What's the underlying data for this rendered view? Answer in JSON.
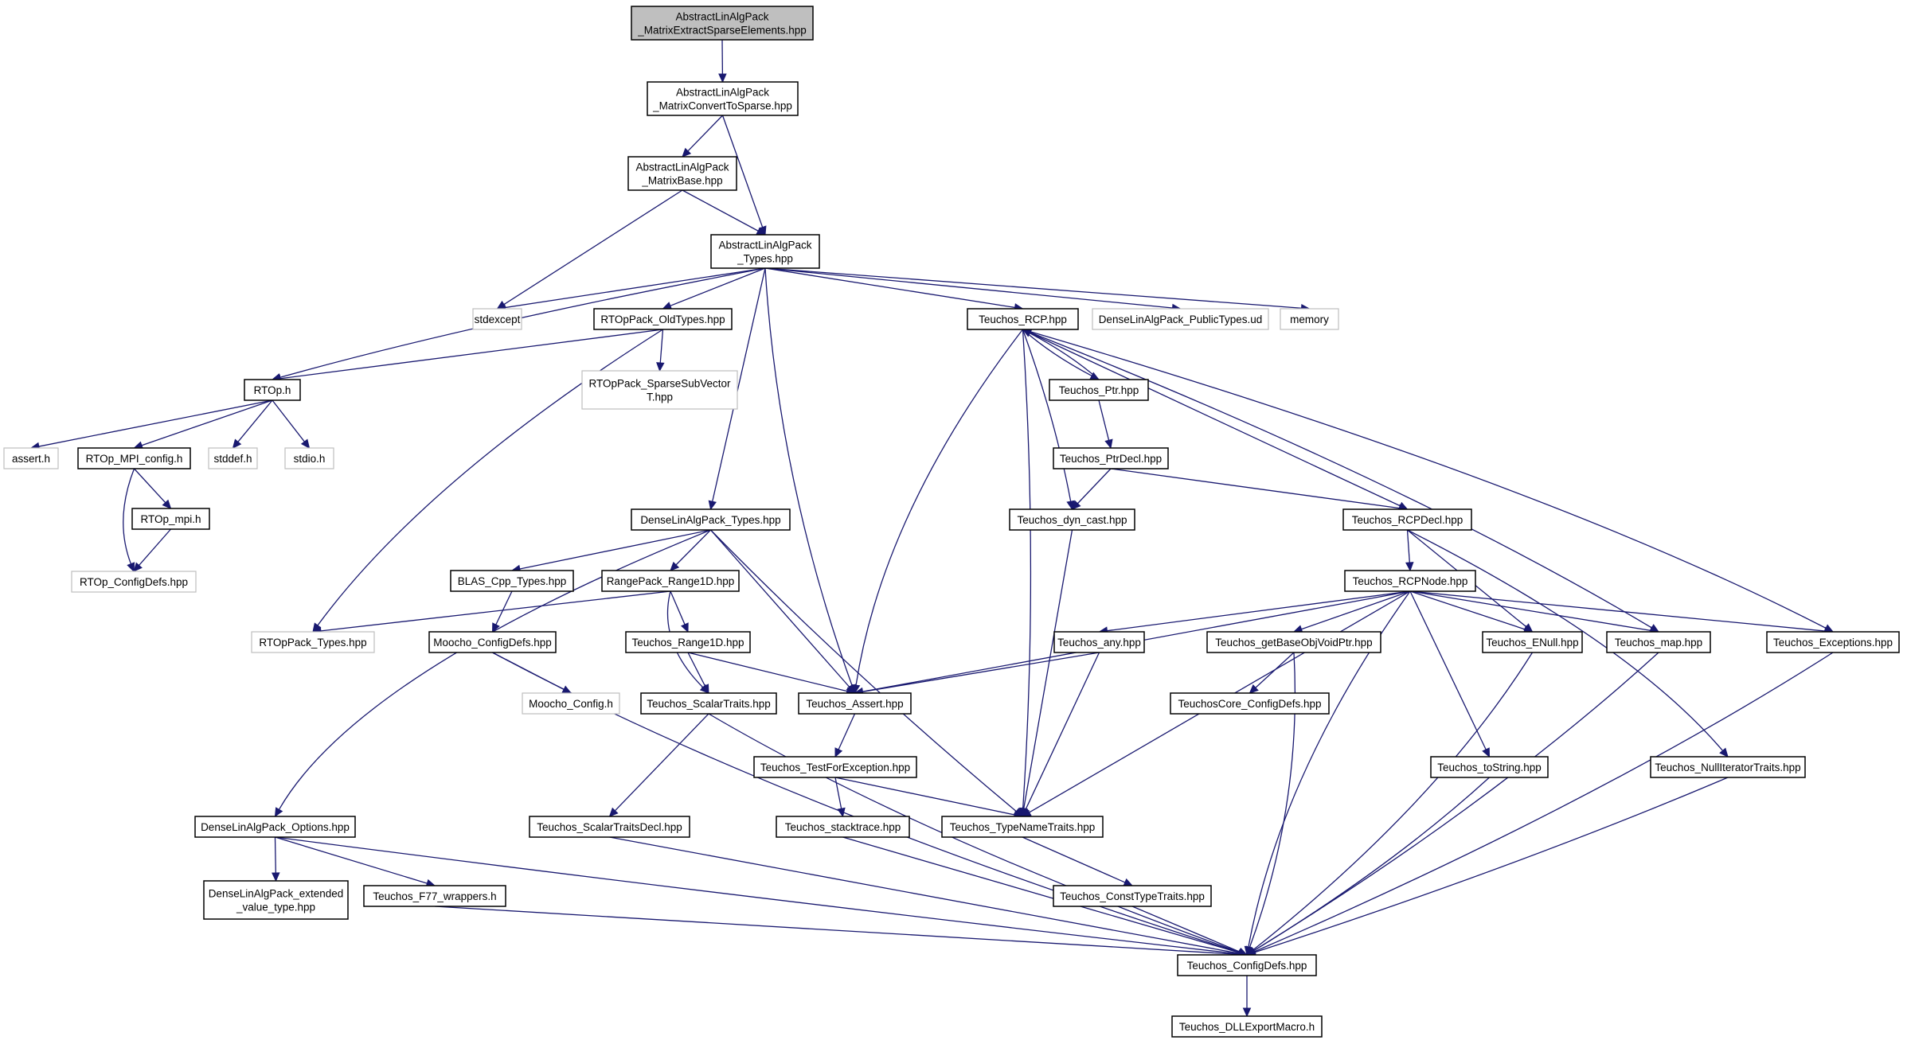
{
  "diagram": {
    "colors": {
      "edge": "#191970",
      "root_fill": "#bfbfbf",
      "external_border": "#bfbfbf",
      "node_border": "#000000"
    },
    "nodes": [
      {
        "id": "root",
        "label": [
          "AbstractLinAlgPack",
          "_MatrixExtractSparseElements.hpp"
        ],
        "style": "root"
      },
      {
        "id": "conv",
        "label": [
          "AbstractLinAlgPack",
          "_MatrixConvertToSparse.hpp"
        ],
        "style": "normal"
      },
      {
        "id": "mbase",
        "label": [
          "AbstractLinAlgPack",
          "_MatrixBase.hpp"
        ],
        "style": "normal"
      },
      {
        "id": "types",
        "label": [
          "AbstractLinAlgPack",
          "_Types.hpp"
        ],
        "style": "normal"
      },
      {
        "id": "stdexcept",
        "label": [
          "stdexcept"
        ],
        "style": "external"
      },
      {
        "id": "rtopold",
        "label": [
          "RTOpPack_OldTypes.hpp"
        ],
        "style": "normal"
      },
      {
        "id": "rcp",
        "label": [
          "Teuchos_RCP.hpp"
        ],
        "style": "normal"
      },
      {
        "id": "dlapub",
        "label": [
          "DenseLinAlgPack_PublicTypes.ud"
        ],
        "style": "external"
      },
      {
        "id": "memory",
        "label": [
          "memory"
        ],
        "style": "external"
      },
      {
        "id": "rtoph",
        "label": [
          "RTOp.h"
        ],
        "style": "normal"
      },
      {
        "id": "rtopsparse",
        "label": [
          "RTOpPack_SparseSubVector",
          "T.hpp"
        ],
        "style": "external"
      },
      {
        "id": "ptr",
        "label": [
          "Teuchos_Ptr.hpp"
        ],
        "style": "normal"
      },
      {
        "id": "asserth",
        "label": [
          "assert.h"
        ],
        "style": "external"
      },
      {
        "id": "mpiconfig",
        "label": [
          "RTOp_MPI_config.h"
        ],
        "style": "normal"
      },
      {
        "id": "stddef",
        "label": [
          "stddef.h"
        ],
        "style": "external"
      },
      {
        "id": "stdio",
        "label": [
          "stdio.h"
        ],
        "style": "external"
      },
      {
        "id": "ptrdecl",
        "label": [
          "Teuchos_PtrDecl.hpp"
        ],
        "style": "normal"
      },
      {
        "id": "rtopmpi",
        "label": [
          "RTOp_mpi.h"
        ],
        "style": "normal"
      },
      {
        "id": "dlatypes",
        "label": [
          "DenseLinAlgPack_Types.hpp"
        ],
        "style": "normal"
      },
      {
        "id": "dyncast",
        "label": [
          "Teuchos_dyn_cast.hpp"
        ],
        "style": "normal"
      },
      {
        "id": "rcpdecl",
        "label": [
          "Teuchos_RCPDecl.hpp"
        ],
        "style": "normal"
      },
      {
        "id": "rtopconfig",
        "label": [
          "RTOp_ConfigDefs.hpp"
        ],
        "style": "external"
      },
      {
        "id": "blas",
        "label": [
          "BLAS_Cpp_Types.hpp"
        ],
        "style": "normal"
      },
      {
        "id": "range1d",
        "label": [
          "RangePack_Range1D.hpp"
        ],
        "style": "normal"
      },
      {
        "id": "rcpnode",
        "label": [
          "Teuchos_RCPNode.hpp"
        ],
        "style": "normal"
      },
      {
        "id": "rtoptypes",
        "label": [
          "RTOpPack_Types.hpp"
        ],
        "style": "external"
      },
      {
        "id": "moochoconf",
        "label": [
          "Moocho_ConfigDefs.hpp"
        ],
        "style": "normal"
      },
      {
        "id": "trange1d",
        "label": [
          "Teuchos_Range1D.hpp"
        ],
        "style": "normal"
      },
      {
        "id": "any",
        "label": [
          "Teuchos_any.hpp"
        ],
        "style": "normal"
      },
      {
        "id": "getbase",
        "label": [
          "Teuchos_getBaseObjVoidPtr.hpp"
        ],
        "style": "normal"
      },
      {
        "id": "enull",
        "label": [
          "Teuchos_ENull.hpp"
        ],
        "style": "normal"
      },
      {
        "id": "map",
        "label": [
          "Teuchos_map.hpp"
        ],
        "style": "normal"
      },
      {
        "id": "exceptions",
        "label": [
          "Teuchos_Exceptions.hpp"
        ],
        "style": "normal"
      },
      {
        "id": "moochocfg",
        "label": [
          "Moocho_Config.h"
        ],
        "style": "external"
      },
      {
        "id": "scalar",
        "label": [
          "Teuchos_ScalarTraits.hpp"
        ],
        "style": "normal"
      },
      {
        "id": "assert",
        "label": [
          "Teuchos_Assert.hpp"
        ],
        "style": "normal"
      },
      {
        "id": "coreconf",
        "label": [
          "TeuchosCore_ConfigDefs.hpp"
        ],
        "style": "normal"
      },
      {
        "id": "testexc",
        "label": [
          "Teuchos_TestForException.hpp"
        ],
        "style": "normal"
      },
      {
        "id": "tostring",
        "label": [
          "Teuchos_toString.hpp"
        ],
        "style": "normal"
      },
      {
        "id": "nulliter",
        "label": [
          "Teuchos_NullIteratorTraits.hpp"
        ],
        "style": "normal"
      },
      {
        "id": "dlaopts",
        "label": [
          "DenseLinAlgPack_Options.hpp"
        ],
        "style": "normal"
      },
      {
        "id": "scalardecl",
        "label": [
          "Teuchos_ScalarTraitsDecl.hpp"
        ],
        "style": "normal"
      },
      {
        "id": "stacktrace",
        "label": [
          "Teuchos_stacktrace.hpp"
        ],
        "style": "normal"
      },
      {
        "id": "typename",
        "label": [
          "Teuchos_TypeNameTraits.hpp"
        ],
        "style": "normal"
      },
      {
        "id": "dlaext",
        "label": [
          "DenseLinAlgPack_extended",
          "_value_type.hpp"
        ],
        "style": "normal"
      },
      {
        "id": "f77",
        "label": [
          "Teuchos_F77_wrappers.h"
        ],
        "style": "normal"
      },
      {
        "id": "consttype",
        "label": [
          "Teuchos_ConstTypeTraits.hpp"
        ],
        "style": "normal"
      },
      {
        "id": "configdefs",
        "label": [
          "Teuchos_ConfigDefs.hpp"
        ],
        "style": "normal"
      },
      {
        "id": "dllexport",
        "label": [
          "Teuchos_DLLExportMacro.h"
        ],
        "style": "normal"
      }
    ],
    "edges": [
      [
        "root",
        "conv"
      ],
      [
        "conv",
        "mbase"
      ],
      [
        "conv",
        "types"
      ],
      [
        "mbase",
        "types"
      ],
      [
        "mbase",
        "stdexcept"
      ],
      [
        "types",
        "stdexcept"
      ],
      [
        "types",
        "rtopold"
      ],
      [
        "types",
        "rcp"
      ],
      [
        "types",
        "dlapub"
      ],
      [
        "types",
        "memory"
      ],
      [
        "types",
        "rtoph"
      ],
      [
        "types",
        "dlatypes"
      ],
      [
        "types",
        "assert"
      ],
      [
        "rtopold",
        "rtoph"
      ],
      [
        "rtopold",
        "rtopsparse"
      ],
      [
        "rtopold",
        "rtoptypes"
      ],
      [
        "rtoph",
        "asserth"
      ],
      [
        "rtoph",
        "mpiconfig"
      ],
      [
        "rtoph",
        "stddef"
      ],
      [
        "rtoph",
        "stdio"
      ],
      [
        "mpiconfig",
        "rtopmpi"
      ],
      [
        "mpiconfig",
        "rtopconfig"
      ],
      [
        "rtopmpi",
        "rtopconfig"
      ],
      [
        "rcp",
        "ptr"
      ],
      [
        "ptr",
        "rcp"
      ],
      [
        "rcp",
        "dyncast"
      ],
      [
        "rcp",
        "rcpdecl"
      ],
      [
        "rcp",
        "map"
      ],
      [
        "rcp",
        "exceptions"
      ],
      [
        "rcp",
        "assert"
      ],
      [
        "rcp",
        "typename"
      ],
      [
        "ptr",
        "ptrdecl"
      ],
      [
        "ptrdecl",
        "dyncast"
      ],
      [
        "ptrdecl",
        "rcpdecl"
      ],
      [
        "dyncast",
        "typename"
      ],
      [
        "rcpdecl",
        "rcpnode"
      ],
      [
        "rcpdecl",
        "enull"
      ],
      [
        "rcpdecl",
        "nulliter"
      ],
      [
        "rcpnode",
        "any"
      ],
      [
        "rcpnode",
        "getbase"
      ],
      [
        "rcpnode",
        "enull"
      ],
      [
        "rcpnode",
        "map"
      ],
      [
        "rcpnode",
        "exceptions"
      ],
      [
        "rcpnode",
        "assert"
      ],
      [
        "rcpnode",
        "typename"
      ],
      [
        "rcpnode",
        "tostring"
      ],
      [
        "rcpnode",
        "configdefs"
      ],
      [
        "dlatypes",
        "blas"
      ],
      [
        "dlatypes",
        "range1d"
      ],
      [
        "dlatypes",
        "assert"
      ],
      [
        "dlatypes",
        "typename"
      ],
      [
        "dlatypes",
        "dlaopts"
      ],
      [
        "blas",
        "moochoconf"
      ],
      [
        "range1d",
        "rtoptypes"
      ],
      [
        "range1d",
        "trange1d"
      ],
      [
        "range1d",
        "scalar"
      ],
      [
        "trange1d",
        "scalar"
      ],
      [
        "trange1d",
        "assert"
      ],
      [
        "moochoconf",
        "moochocfg"
      ],
      [
        "moochoconf",
        "configdefs"
      ],
      [
        "any",
        "assert"
      ],
      [
        "any",
        "typename"
      ],
      [
        "getbase",
        "coreconf"
      ],
      [
        "getbase",
        "configdefs"
      ],
      [
        "enull",
        "configdefs"
      ],
      [
        "map",
        "configdefs"
      ],
      [
        "exceptions",
        "configdefs"
      ],
      [
        "scalar",
        "scalardecl"
      ],
      [
        "scalar",
        "configdefs"
      ],
      [
        "scalardecl",
        "configdefs"
      ],
      [
        "assert",
        "testexc"
      ],
      [
        "testexc",
        "stacktrace"
      ],
      [
        "testexc",
        "typename"
      ],
      [
        "stacktrace",
        "configdefs"
      ],
      [
        "typename",
        "consttype"
      ],
      [
        "consttype",
        "configdefs"
      ],
      [
        "tostring",
        "configdefs"
      ],
      [
        "nulliter",
        "configdefs"
      ],
      [
        "dlaopts",
        "dlaext"
      ],
      [
        "dlaopts",
        "f77"
      ],
      [
        "dlaopts",
        "configdefs"
      ],
      [
        "f77",
        "configdefs"
      ],
      [
        "configdefs",
        "dllexport"
      ]
    ]
  }
}
